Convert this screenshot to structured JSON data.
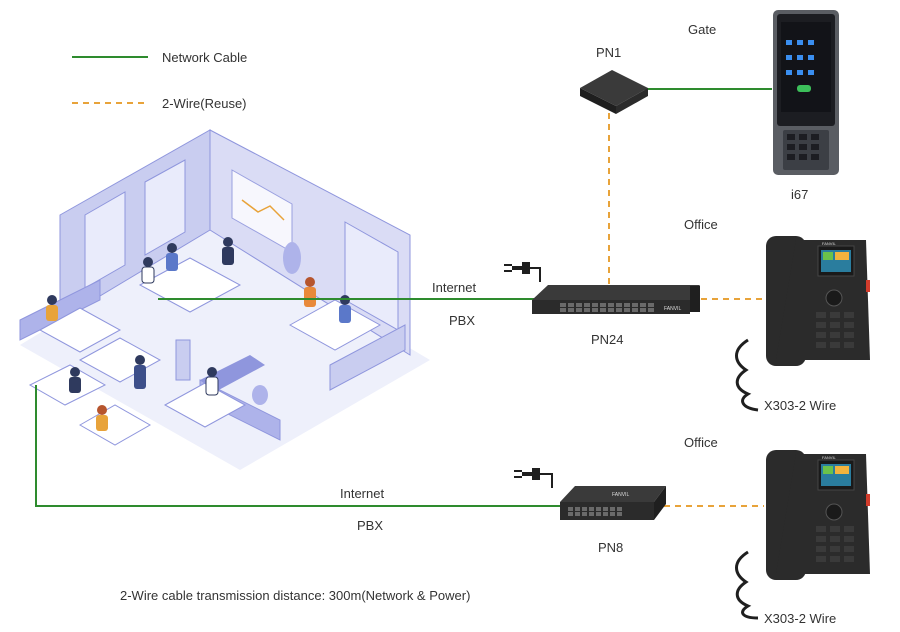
{
  "legend": {
    "network_cable": "Network Cable",
    "two_wire": "2-Wire(Reuse)"
  },
  "labels": {
    "gate": "Gate",
    "pn1": "PN1",
    "i67": "i67",
    "office_top": "Office",
    "internet_top": "Internet",
    "pbx_top": "PBX",
    "pn24": "PN24",
    "x303_top": "X303-2 Wire",
    "office_bottom": "Office",
    "internet_bottom": "Internet",
    "pbx_bottom": "PBX",
    "pn8": "PN8",
    "x303_bottom": "X303-2 Wire",
    "footnote": "2-Wire cable transmission distance: 300m(Network & Power)"
  },
  "brand_text": "FANVIL",
  "colors": {
    "network_cable": "#2e8b2e",
    "two_wire": "#e8a33a",
    "office_fill": "#c9cdf0",
    "office_stroke": "#8f96dd",
    "device_dark": "#2b2b2b"
  }
}
